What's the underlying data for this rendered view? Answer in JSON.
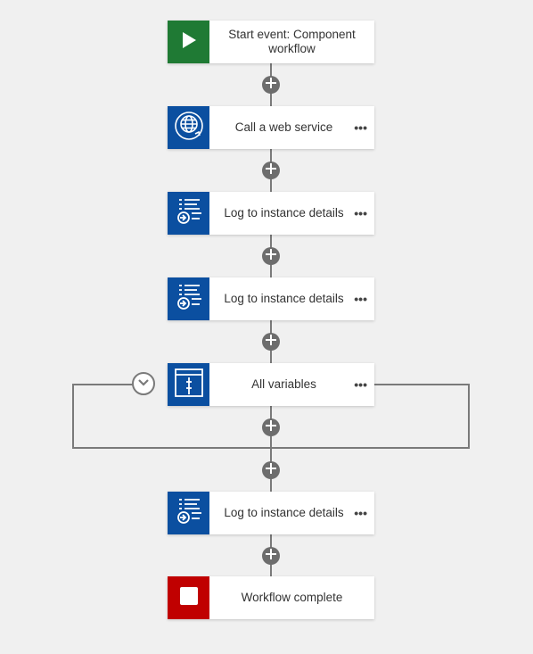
{
  "colors": {
    "start": "#1f7a34",
    "action": "#0b4fa0",
    "end": "#c00000",
    "connector": "#7a7a7a",
    "add_button": "#6d6d6d",
    "background": "#f0f0f0"
  },
  "workflow": {
    "steps": [
      {
        "id": "start",
        "label": "Start event: Component workflow",
        "icon": "play-icon",
        "menu": ""
      },
      {
        "id": "web-service",
        "label": "Call a web service",
        "icon": "globe-icon",
        "menu": "•••"
      },
      {
        "id": "log-1",
        "label": "Log to instance details",
        "icon": "log-icon",
        "menu": "•••"
      },
      {
        "id": "log-2",
        "label": "Log to instance details",
        "icon": "log-icon",
        "menu": "•••"
      },
      {
        "id": "all-variables",
        "label": "All variables",
        "icon": "variables-icon",
        "menu": "•••"
      },
      {
        "id": "log-3",
        "label": "Log to instance details",
        "icon": "log-icon",
        "menu": "•••"
      },
      {
        "id": "complete",
        "label": "Workflow complete",
        "icon": "stop-icon",
        "menu": ""
      }
    ],
    "collapse_icon": "chevron-down-icon",
    "add_icon": "plus-icon"
  }
}
